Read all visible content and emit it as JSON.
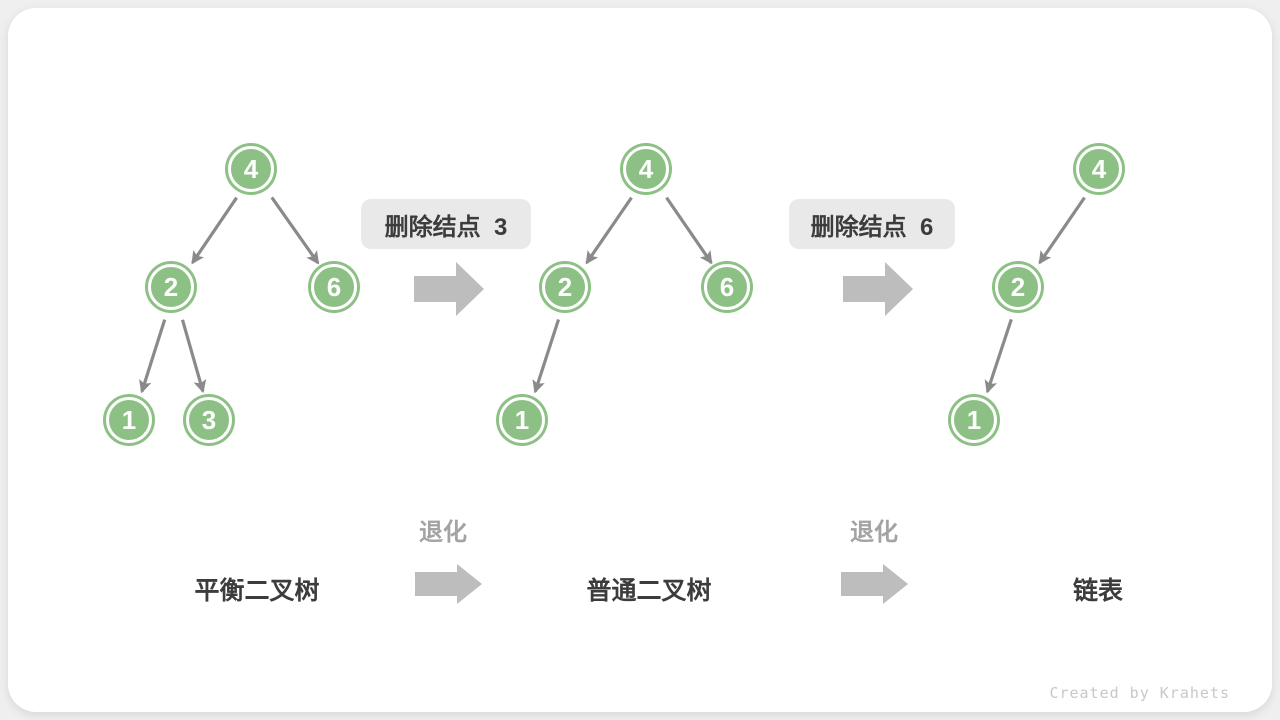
{
  "card": {
    "watermark": "Created by Krahets"
  },
  "labels": {
    "degrade": "退化"
  },
  "steps": [
    {
      "badge_label": "删除结点  3"
    },
    {
      "badge_label": "删除结点  6"
    }
  ],
  "trees": [
    {
      "caption": "平衡二叉树",
      "nodes": [
        {
          "value": "4"
        },
        {
          "value": "2"
        },
        {
          "value": "6"
        },
        {
          "value": "1"
        },
        {
          "value": "3"
        }
      ],
      "edges": [
        [
          "4",
          "2"
        ],
        [
          "4",
          "6"
        ],
        [
          "2",
          "1"
        ],
        [
          "2",
          "3"
        ]
      ]
    },
    {
      "caption": "普通二叉树",
      "nodes": [
        {
          "value": "4"
        },
        {
          "value": "2"
        },
        {
          "value": "6"
        },
        {
          "value": "1"
        }
      ],
      "edges": [
        [
          "4",
          "2"
        ],
        [
          "4",
          "6"
        ],
        [
          "2",
          "1"
        ]
      ]
    },
    {
      "caption": "链表",
      "nodes": [
        {
          "value": "4"
        },
        {
          "value": "2"
        },
        {
          "value": "1"
        }
      ],
      "edges": [
        [
          "4",
          "2"
        ],
        [
          "2",
          "1"
        ]
      ]
    }
  ],
  "colors": {
    "node_fill": "#8CC084",
    "node_ring": "#ffffff",
    "edge": "#8a8a8a",
    "block_arrow": "#bdbdbd",
    "badge_bg": "#e9e9e9",
    "badge_text": "#3c3c3c",
    "caption_text": "#3c3c3c",
    "degrade_text": "#a3a3a3",
    "watermark_text": "#c8c8c8",
    "page_bg": "#efefef",
    "card_bg": "#ffffff"
  }
}
